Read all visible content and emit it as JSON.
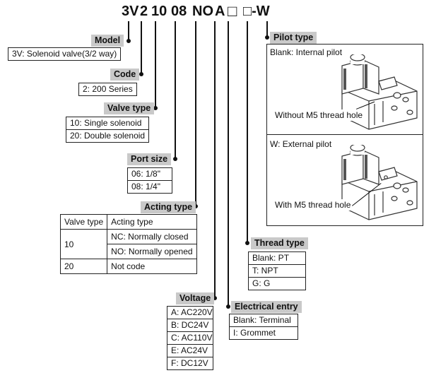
{
  "model_code": {
    "parts": [
      "3V",
      "2",
      "10",
      "08",
      "NO",
      "A",
      "□",
      "□-W"
    ]
  },
  "model": {
    "title": "Model",
    "options": [
      "3V: Solenoid valve(3/2 way)"
    ]
  },
  "code": {
    "title": "Code",
    "options": [
      "2: 200 Series"
    ]
  },
  "valve_type": {
    "title": "Valve type",
    "options": [
      "10: Single solenoid",
      "20: Double solenoid"
    ]
  },
  "port_size": {
    "title": "Port size",
    "options": [
      "06: 1/8\"",
      "08: 1/4\""
    ]
  },
  "acting_type": {
    "title": "Acting type",
    "headers": [
      "Valve type",
      "Acting type"
    ],
    "rows": [
      {
        "valve": "10",
        "types": [
          "NC: Normally closed",
          "NO: Normally opened"
        ]
      },
      {
        "valve": "20",
        "types": [
          "Not  code"
        ]
      }
    ]
  },
  "voltage": {
    "title": "Voltage",
    "options": [
      "A: AC220V",
      "B: DC24V",
      "C: AC110V",
      "E: AC24V",
      "F: DC12V"
    ]
  },
  "electrical_entry": {
    "title": "Electrical entry",
    "options": [
      "Blank: Terminal",
      "I: Grommet"
    ]
  },
  "thread_type": {
    "title": "Thread type",
    "options": [
      "Blank: PT",
      "T: NPT",
      "G: G"
    ]
  },
  "pilot_type": {
    "title": "Pilot type",
    "internal": {
      "label": "Blank: Internal pilot",
      "callout": "Without M5 thread hole"
    },
    "external": {
      "label": "W: External pilot",
      "callout": "With M5 thread hole"
    }
  }
}
